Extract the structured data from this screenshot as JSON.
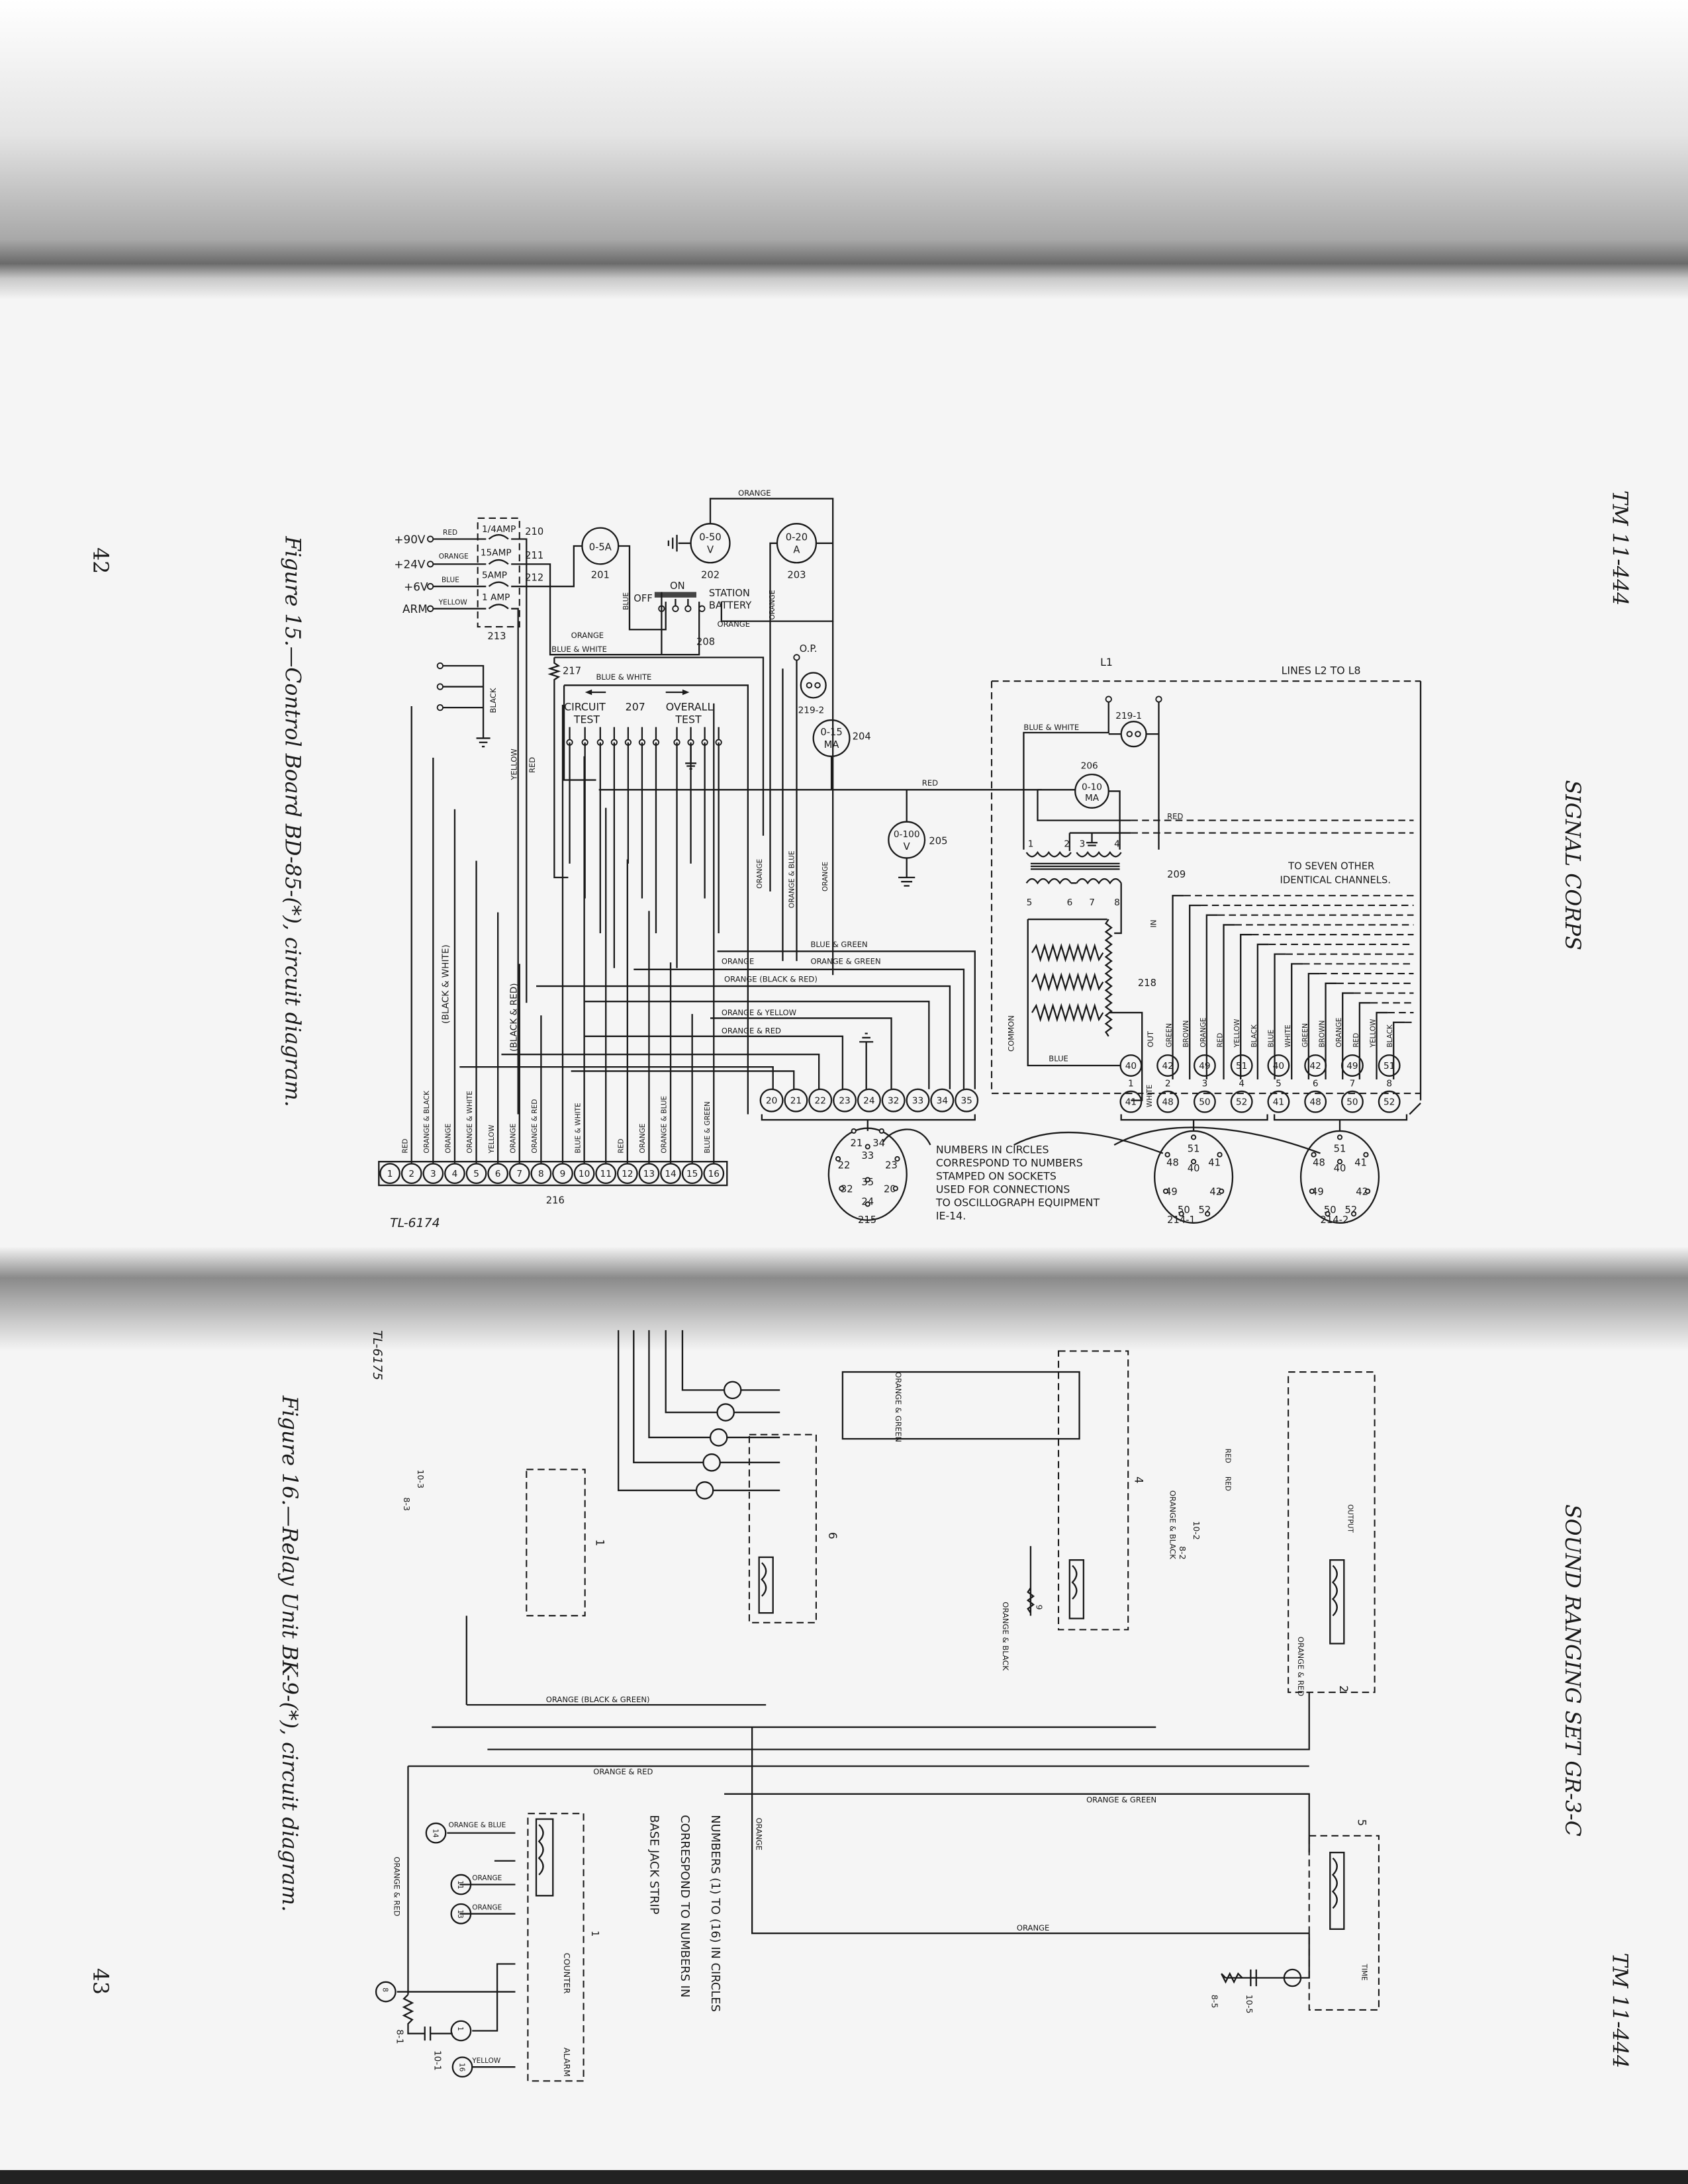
{
  "page": {
    "left_running_head": "TM 11-444",
    "left_section_title": "SIGNAL CORPS",
    "right_section_title": "SOUND RANGING SET GR-3-C",
    "right_running_head": "TM 11-444",
    "left_page_number": "42",
    "right_page_number": "43"
  },
  "figure15": {
    "caption": "Figure 15.—Control Board BD-85-(*), circuit diagram.",
    "drawing_number": "TL-6174",
    "supplies": [
      {
        "label": "+90V",
        "wire": "RED",
        "fuse": "1/4AMP",
        "ref": "210"
      },
      {
        "label": "+24V",
        "wire": "ORANGE",
        "fuse": "15AMP",
        "ref": "211"
      },
      {
        "label": "+6V",
        "wire": "BLUE",
        "fuse": "5AMP",
        "ref": "212"
      },
      {
        "label": "ARM",
        "wire": "YELLOW",
        "fuse": "1 AMP",
        "ref": ""
      }
    ],
    "fuse_block_ref": "213",
    "meters": {
      "m201": {
        "range": "0-5A",
        "unit": "",
        "ref": "201"
      },
      "m202": {
        "range": "0-50",
        "unit": "V",
        "ref": "202"
      },
      "m203": {
        "range": "0-20",
        "unit": "A",
        "ref": "203"
      },
      "m204": {
        "range": "0-15",
        "unit": "MA",
        "ref": "204"
      },
      "m205": {
        "range": "0-100",
        "unit": "V",
        "ref": "205"
      },
      "m206": {
        "range": "0-10",
        "unit": "MA",
        "ref": "206"
      }
    },
    "jacks": {
      "j219_2": "219-2",
      "j219_1": "219-1",
      "op": "O.P."
    },
    "switch208": {
      "off": "OFF",
      "on": "ON",
      "station": "STATION",
      "battery": "BATTERY",
      "ref": "208"
    },
    "switch207": {
      "circuit": "CIRCUIT",
      "overall": "OVERALL",
      "test": "TEST",
      "ref": "207"
    },
    "resistor217": "217",
    "resistor218": "218",
    "transformer209": {
      "ref": "209",
      "pins": [
        "1",
        "2",
        "3",
        "4",
        "5",
        "6",
        "7",
        "8"
      ],
      "in": "IN",
      "out": "OUT",
      "common": "COMMON"
    },
    "wire_labels": {
      "orange_top": "ORANGE",
      "orange_208": "ORANGE",
      "orange_battery": "ORANGE",
      "blue_208": "BLUE",
      "orange_203": "ORANGE",
      "blue_white_1": "BLUE & WHITE",
      "blue_white_2": "BLUE & WHITE",
      "blue_white_3": "BLUE & WHITE",
      "black": "BLACK",
      "yellow": "YELLOW",
      "red": "RED",
      "red_main": "RED",
      "red_206": "RED",
      "blue_40": "BLUE",
      "white_41": "WHITE",
      "orange_v1": "ORANGE",
      "orange_blue_v": "ORANGE & BLUE",
      "orange_v2": "ORANGE",
      "blue_green": "BLUE & GREEN",
      "orange_h": "ORANGE",
      "orange_green": "ORANGE & GREEN",
      "orange_black_red": "ORANGE (BLACK & RED)",
      "orange_yellow": "ORANGE & YELLOW",
      "orange_red": "ORANGE & RED",
      "black_white_paren": "(BLACK & WHITE)",
      "black_red_paren": "(BLACK & RED)"
    },
    "lines": {
      "l1": "L1",
      "others": "LINES L2 TO L8"
    },
    "seven_channels": [
      "TO SEVEN OTHER",
      "IDENTICAL CHANNELS."
    ],
    "channel_wires": [
      "GREEN",
      "BROWN",
      "ORANGE",
      "RED",
      "YELLOW",
      "BLACK",
      "BLUE",
      "WHITE",
      "GREEN",
      "BROWN",
      "ORANGE",
      "RED",
      "YELLOW",
      "BLACK"
    ],
    "channel_top_row": [
      "40",
      "42",
      "49",
      "51",
      "40",
      "42",
      "49",
      "51"
    ],
    "channel_numbers": [
      "1",
      "2",
      "3",
      "4",
      "5",
      "6",
      "7",
      "8"
    ],
    "channel_bottom_row": [
      "41",
      "48",
      "50",
      "52",
      "41",
      "48",
      "50",
      "52"
    ],
    "terminal_strip": {
      "ref": "216",
      "numbers": [
        "1",
        "2",
        "3",
        "4",
        "5",
        "6",
        "7",
        "8",
        "9",
        "10",
        "11",
        "12",
        "13",
        "14",
        "15",
        "16"
      ],
      "wire_labels": [
        "",
        "RED",
        "ORANGE & BLACK",
        "ORANGE",
        "ORANGE & WHITE",
        "YELLOW",
        "ORANGE",
        "ORANGE & RED",
        "",
        "BLUE & WHITE",
        "",
        "RED",
        "ORANGE",
        "ORANGE & BLUE",
        "",
        "BLUE & GREEN"
      ]
    },
    "socket215_circles": [
      "20",
      "21",
      "22",
      "23",
      "24",
      "32",
      "33",
      "34",
      "35"
    ],
    "socket215": {
      "ref": "215",
      "pins": [
        "21",
        "34",
        "33",
        "22",
        "23",
        "35",
        "32",
        "20",
        "24"
      ]
    },
    "socket214_1": {
      "ref": "214-1",
      "pins": [
        "51",
        "48",
        "41",
        "40",
        "49",
        "42",
        "50",
        "52"
      ]
    },
    "socket214_2": {
      "ref": "214-2",
      "pins": [
        "51",
        "48",
        "41",
        "40",
        "49",
        "42",
        "50",
        "52"
      ]
    },
    "note": [
      "NUMBERS IN CIRCLES",
      "CORRESPOND TO NUMBERS",
      "STAMPED ON SOCKETS",
      "USED FOR CONNECTIONS",
      "TO OSCILLOGRAPH EQUIPMENT",
      "IE-14."
    ]
  },
  "figure16": {
    "caption": "Figure 16.—Relay Unit BK-9-(*), circuit diagram.",
    "drawing_number": "TL-6175",
    "note": [
      "NUMBERS (1) TO (16) IN CIRCLES",
      "CORRESPOND TO NUMBERS IN",
      "BASE JACK STRIP"
    ],
    "relays": {
      "r1": "1",
      "r2": "2",
      "r4": "4",
      "r5": "5",
      "r6": "6"
    },
    "counter": "COUNTER",
    "alarm": "ALARM",
    "time": "TIME",
    "output": "OUTPUT",
    "jacks": {
      "j14": "14",
      "j11": "11",
      "j13": "13",
      "j8": "8",
      "j1": "1",
      "j16": "16"
    },
    "components": {
      "r8_1": "8-1",
      "c10_1": "10-1",
      "r8_5": "8-5",
      "c10_5": "10-5",
      "r8_2": "8-2",
      "c10_2": "10-2",
      "r8_3": "8-3",
      "c10_3": "10-3",
      "r9": "9"
    },
    "wire_labels": {
      "orange_red_top": "ORANGE & RED",
      "orange_red_v": "ORANGE & RED",
      "orange_blue": "ORANGE & BLUE",
      "orange_11": "ORANGE",
      "orange_13": "ORANGE",
      "yellow_16": "YELLOW",
      "orange_green": "ORANGE & GREEN",
      "orange_green_top": "ORANGE & GREEN",
      "orange_bottom": "ORANGE",
      "orange_v": "ORANGE",
      "orange_black_green": "ORANGE (BLACK & GREEN)",
      "orange_black": "ORANGE & BLACK",
      "orange_black_v": "ORANGE & BLACK",
      "orange_red_2": "ORANGE & RED",
      "red_a": "RED",
      "red_b": "RED"
    }
  }
}
